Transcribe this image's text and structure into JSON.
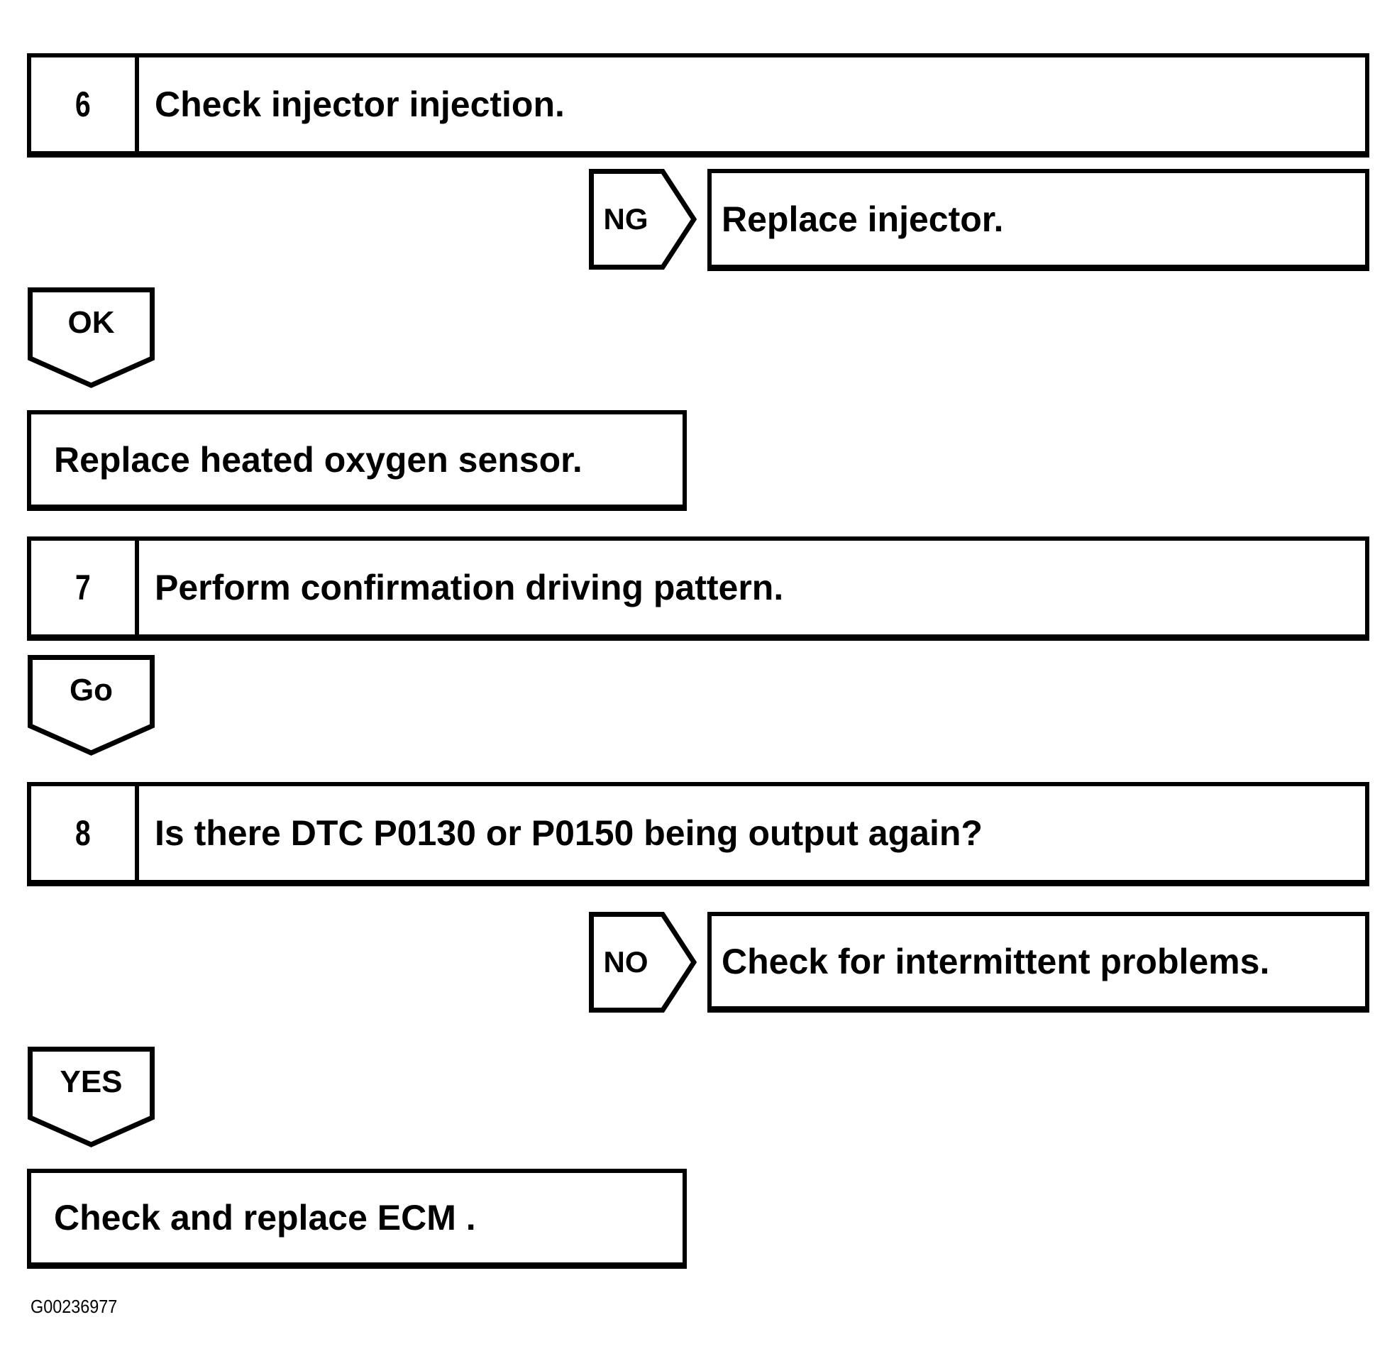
{
  "flowchart": {
    "steps": [
      {
        "number": "6",
        "text": "Check injector injection."
      },
      {
        "number": "7",
        "text": "Perform confirmation driving pattern."
      },
      {
        "number": "8",
        "text": "Is there DTC P0130 or P0150 being output again?"
      }
    ],
    "branches": [
      {
        "label": "NG",
        "result": "Replace injector."
      },
      {
        "label": "NO",
        "result": "Check for intermittent problems."
      }
    ],
    "connectors": [
      {
        "label": "OK"
      },
      {
        "label": "Go"
      },
      {
        "label": "YES"
      }
    ],
    "results": [
      {
        "text": "Replace heated oxygen sensor."
      },
      {
        "text": "Check and replace ECM ."
      }
    ],
    "figure_id": "G00236977",
    "colors": {
      "stroke": "#000000",
      "background": "#ffffff"
    }
  }
}
